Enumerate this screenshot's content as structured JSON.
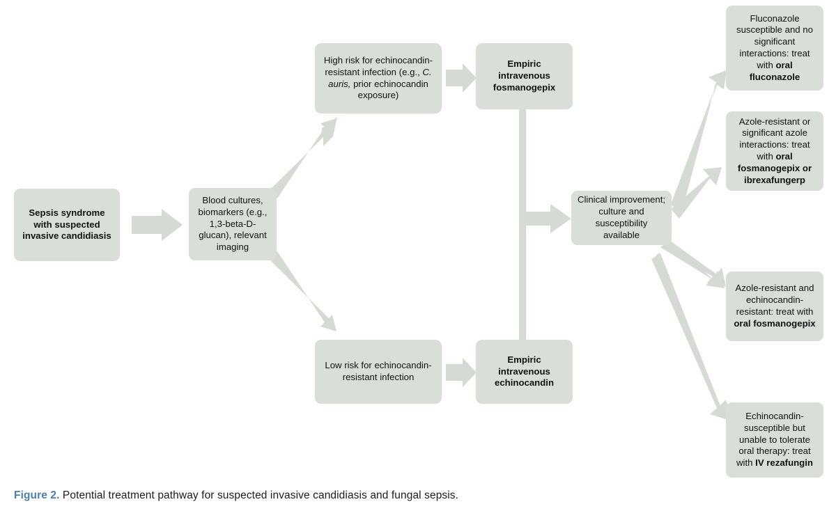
{
  "figure": {
    "label": "Figure 2.",
    "caption": "Potential treatment pathway for suspected invasive candidiasis and fungal sepsis.",
    "accent_color": "#4e7fa8",
    "node_fill": "#d9ded9",
    "arrow_fill": "#d6dad4",
    "text_color": "#111111",
    "background": "#ffffff"
  },
  "diagram": {
    "type": "flowchart",
    "orientation": "left-to-right",
    "nodes": [
      {
        "id": "sepsis",
        "text": "Sepsis syndrome with suspected invasive candidiasis",
        "bold": true,
        "column": 1
      },
      {
        "id": "cultures",
        "text": "Blood cultures, biomarkers (e.g., 1,3-beta-D-glucan), relevant imaging",
        "bold": false,
        "column": 2
      },
      {
        "id": "high_risk",
        "text": "High risk for echinocandin-resistant infection (e.g., C. auris, prior echinocandin exposure)",
        "italic_fragment": "C. auris,",
        "bold": false,
        "column": 3,
        "branch": "high-risk"
      },
      {
        "id": "low_risk",
        "text": "Low risk for echinocandin-resistant infection",
        "bold": false,
        "column": 3,
        "branch": "low-risk"
      },
      {
        "id": "empiric_fosmanogepix",
        "text": "Empiric intravenous fosmanogepix",
        "bold": true,
        "column": 4,
        "branch": "high-risk"
      },
      {
        "id": "empiric_echinocandin",
        "text": "Empiric intravenous echinocandin",
        "bold": true,
        "column": 4,
        "branch": "low-risk"
      },
      {
        "id": "clinical_improvement",
        "text": "Clinical improvement; culture and susceptibility available",
        "bold": false,
        "column": 5
      },
      {
        "id": "outcome_fluconazole",
        "text_plain": "Fluconazole susceptible and no significant interactions: treat with ",
        "text_bold": "oral fluconazole",
        "column": 6
      },
      {
        "id": "outcome_azole_resistant",
        "text_plain": "Azole-resistant or significant azole interactions: treat with ",
        "text_bold": "oral fosmanogepix or ibrexafungerp",
        "column": 6
      },
      {
        "id": "outcome_azole_echinocandin_resistant",
        "text_plain": "Azole-resistant and echinocandin-resistant: treat with ",
        "text_bold": "oral fosmanogepix",
        "column": 6
      },
      {
        "id": "outcome_echinocandin_susceptible",
        "text_plain": "Echinocandin-susceptible but unable to tolerate oral therapy: treat with ",
        "text_bold": "IV rezafungin",
        "column": 6
      }
    ],
    "edges": [
      {
        "from": "sepsis",
        "to": "cultures",
        "style": "straight-right"
      },
      {
        "from": "cultures",
        "to": "high_risk",
        "style": "diagonal-up-right"
      },
      {
        "from": "cultures",
        "to": "low_risk",
        "style": "diagonal-down-right"
      },
      {
        "from": "high_risk",
        "to": "empiric_fosmanogepix",
        "style": "straight-right"
      },
      {
        "from": "low_risk",
        "to": "empiric_echinocandin",
        "style": "straight-right"
      },
      {
        "from": "empiric_fosmanogepix",
        "to": "clinical_improvement",
        "style": "elbow-merge-right"
      },
      {
        "from": "empiric_echinocandin",
        "to": "clinical_improvement",
        "style": "elbow-merge-right"
      },
      {
        "from": "clinical_improvement",
        "to": "outcome_fluconazole",
        "style": "diagonal-up-right"
      },
      {
        "from": "clinical_improvement",
        "to": "outcome_azole_resistant",
        "style": "diagonal-up-right"
      },
      {
        "from": "clinical_improvement",
        "to": "outcome_azole_echinocandin_resistant",
        "style": "diagonal-down-right"
      },
      {
        "from": "clinical_improvement",
        "to": "outcome_echinocandin_susceptible",
        "style": "diagonal-down-right"
      }
    ]
  }
}
